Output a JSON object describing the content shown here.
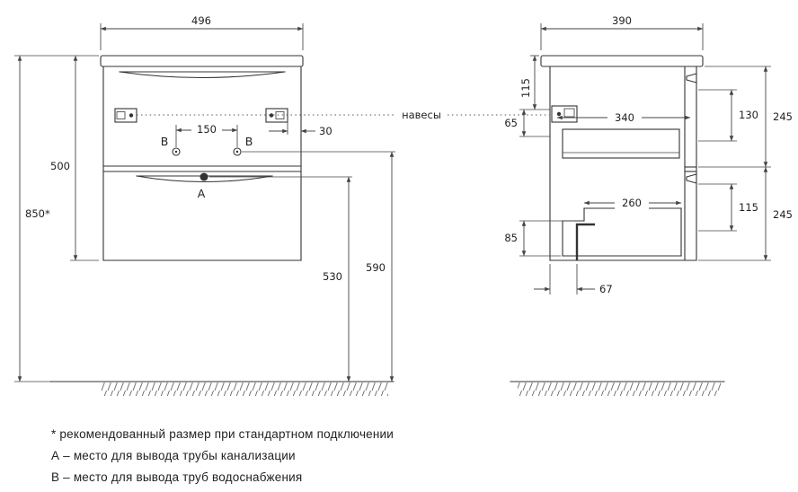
{
  "front": {
    "width": "496",
    "height": "500",
    "total_height": "850*",
    "b_spacing": "150",
    "hanger_offset": "30",
    "b_height": "590",
    "a_height": "530",
    "point_a": "А",
    "point_b_left": "В",
    "point_b_right": "В"
  },
  "side": {
    "depth": "390",
    "top_gap": "115",
    "hanger_gap": "65",
    "inner_depth": "340",
    "upper_clearance": "130",
    "upper_front_height": "245",
    "lower_clearance": "115",
    "lower_front_height": "245",
    "drawer_depth": "260",
    "notch_height": "85",
    "back_offset": "67"
  },
  "shared": {
    "hangers_label": "навесы"
  },
  "footnotes": {
    "star": "* рекомендованный размер при стандартном подключении",
    "a": "А – место для вывода трубы канализации",
    "b": "В – место для вывода труб водоснабжения"
  }
}
